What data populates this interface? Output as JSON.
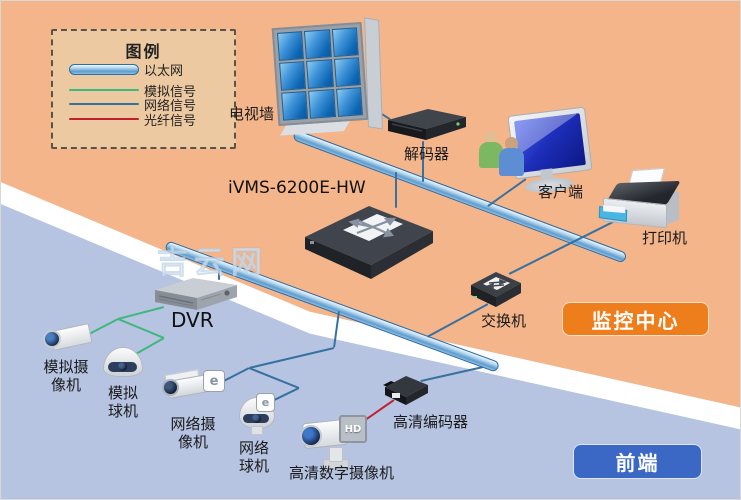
{
  "legend": {
    "title": "图例",
    "items": [
      {
        "key": "ethernet",
        "label": "以太网",
        "color": "#5e9bcd"
      },
      {
        "key": "analog",
        "label": "模拟信号",
        "color": "#3fb77d"
      },
      {
        "key": "network",
        "label": "网络信号",
        "color": "#36719f"
      },
      {
        "key": "fiber",
        "label": "光纤信号",
        "color": "#c01f2f"
      }
    ]
  },
  "zones": {
    "monitoring_center": {
      "label": "监控中心",
      "color": "#ee7d1c"
    },
    "front_end": {
      "label": "前端",
      "color": "#3b68c4"
    }
  },
  "watermark": "吉云网",
  "nodes": {
    "tv_wall": "电视墙",
    "decoder": "解码器",
    "client": "客户端",
    "printer": "打印机",
    "server": "iVMS-6200E-HW",
    "switch": "交换机",
    "dvr": "DVR",
    "analog_camera": "模拟摄像机",
    "analog_dome": "模拟球机",
    "network_camera": "网络摄像机",
    "network_dome": "网络球机",
    "hd_camera": "高清数字摄像机",
    "hd_encoder": "高清编码器"
  },
  "badges": {
    "network_cam": "e",
    "hd_cam": "HD"
  }
}
